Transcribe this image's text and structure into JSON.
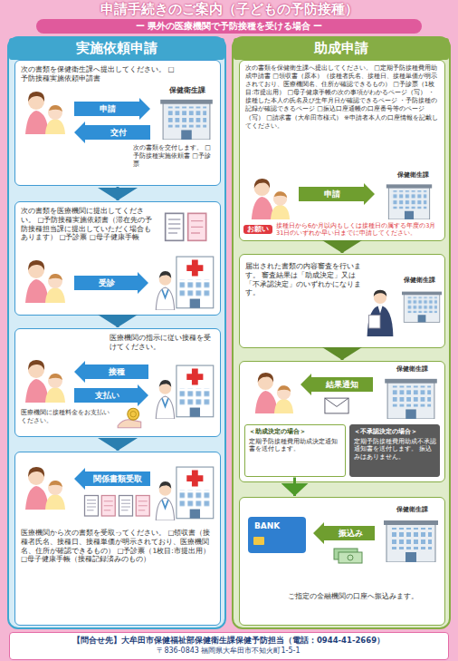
{
  "diagram": {
    "title": "申請手続きのご案内（子どもの予防接種）",
    "nodes": [
      {
        "text": [
          "実施依頼申請"
        ]
      },
      {
        "text": [
          "次の書類を保健衛生課へ提出してください。 □予防接種実施依頼申請書",
          "申請",
          "交付",
          "保健衛生課",
          "次の書類を交付します。 □予防接種実施依頼書 □予診票"
        ],
        "in": 0
      },
      {
        "text": [
          "次の書類を医療機関に提出してください。 □予防接種実施依頼書（滞在先の予防接種担当課に提出していただく場合もあります） □予診票 □母子健康手帳",
          "受診"
        ],
        "in": 0
      },
      {
        "text": [
          "医療機関の指示に従い接種を受けてください。",
          "接種",
          "支払い",
          "医療機関に接種料金をお支払いください。"
        ],
        "in": 0
      },
      {
        "text": [
          "関係書類受取",
          "医療機関から次の書類を受取ってください。 □領収書（接種者氏名、接種日、接種単価が明示されており、医療機関名、住所が確認できるもの） □予診票（1枚目:市提出用） □母子健康手帳（接種記録済みのもの）"
        ],
        "in": 0
      },
      {
        "text": [
          "助成申請"
        ]
      },
      {
        "text": [
          "次の書類を保健衛生課へ提出してください。 □定期予防接種費用助成申請書 □領収書（原本）（接種者氏名、接種日、接種単価が明示されており、医療機関名、住所が確認できるもの） □予診票（1枚目:市提出用） □母子健康手帳の次の事項がわかるページ（写） ・接種した本人の氏名及び生年月日が確認できるページ ・予防接種の記録が確認できるページ □振込口座通帳の口座番号等のページ（写） □請求書（大牟田市様式） ※申請者本人の口座情報を記載してください。",
          "申請",
          "保健衛生課",
          "お願い",
          "接種日から6か月以内もしくは接種日の属する年度の3月31日のいずれか早い日までに申請してください。"
        ],
        "in": 5
      },
      {
        "text": [
          "届出された書類の内容審査を行います。 審査結果は「助成決定」又は「不承認決定」のいずれかになります。",
          "保健衛生課"
        ],
        "in": 5
      },
      {
        "text": [
          "保健衛生課",
          "結果通知"
        ],
        "in": 5
      },
      {
        "text": [
          "＜助成決定の場合＞",
          "定期予防接種費用助成決定通知書を送付します。"
        ],
        "in": 8
      },
      {
        "text": [
          "＜不承認決定の場合＞",
          "定期予防接種費用助成不承認通知書を送付します。 振込みはありません。"
        ],
        "in": 8
      },
      {
        "text": [
          "振込み",
          "保健衛生課",
          "ご指定の金融機関の口座へ振込みます。",
          "BANK"
        ],
        "in": 5
      },
      {
        "text": [
          "【問合せ先】大牟田市保健福祉部保健衛生課保健予防担当（電話：0944-41-2669）",
          "〒836-0843 福岡県大牟田市不知火町1-5-1"
        ]
      }
    ],
    "edges": [
      {
        "from": 1,
        "to": 2,
        "arrow": "to"
      },
      {
        "from": 2,
        "to": 3,
        "arrow": "to"
      },
      {
        "from": 3,
        "to": 4,
        "arrow": "to"
      },
      {
        "from": 6,
        "to": 7,
        "arrow": "to"
      },
      {
        "from": 7,
        "to": 8,
        "arrow": "to"
      },
      {
        "from": 9,
        "to": 11,
        "arrow": "to"
      }
    ],
    "labels": [
      "ー 県外の医療機関で予防接種を受ける場合 ー"
    ]
  }
}
